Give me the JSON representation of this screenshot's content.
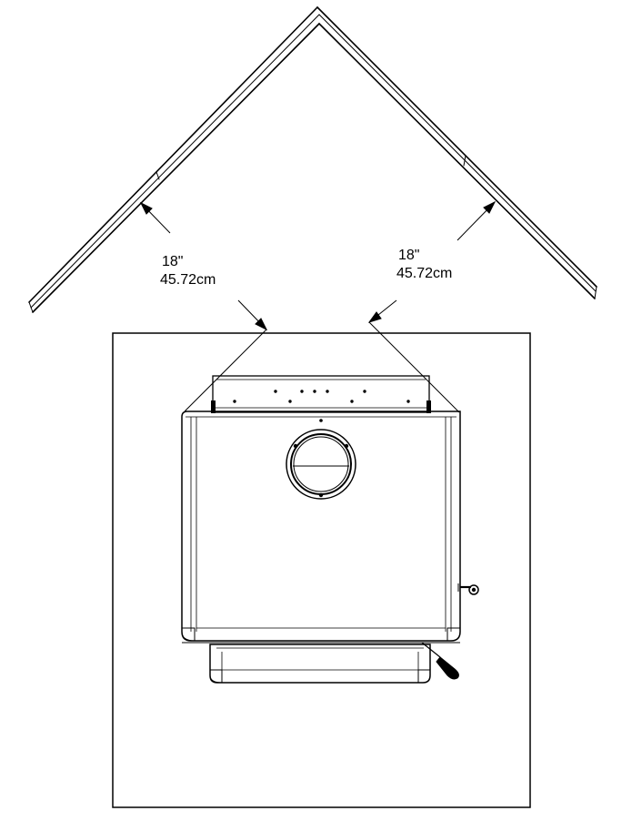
{
  "clearances": {
    "left": {
      "imperial": "18\"",
      "metric": "45.72cm"
    },
    "right": {
      "imperial": "18\"",
      "metric": "45.72cm"
    }
  },
  "colors": {
    "stroke": "#000000",
    "background": "#ffffff"
  }
}
